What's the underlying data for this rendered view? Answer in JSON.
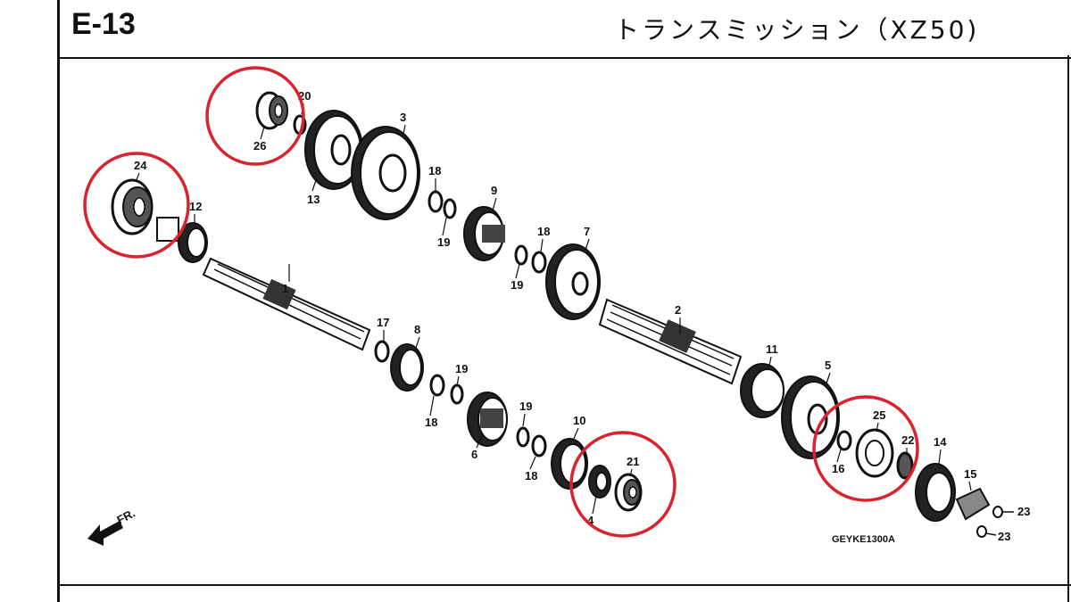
{
  "header": {
    "code": "E-13",
    "title": "トランスミッション（XZ50)"
  },
  "diagram": {
    "drawing_code": "GEYKE1300A",
    "front_marker": "FR.",
    "highlight_color": "#d9232e",
    "callouts": [
      "1",
      "2",
      "3",
      "4",
      "5",
      "6",
      "7",
      "8",
      "9",
      "10",
      "11",
      "12",
      "13",
      "14",
      "15",
      "16",
      "17",
      "18",
      "18",
      "18",
      "18",
      "19",
      "19",
      "19",
      "19",
      "20",
      "21",
      "22",
      "23",
      "23",
      "24",
      "25",
      "26"
    ],
    "highlighted_parts": [
      "26",
      "24",
      "21",
      "25"
    ]
  }
}
